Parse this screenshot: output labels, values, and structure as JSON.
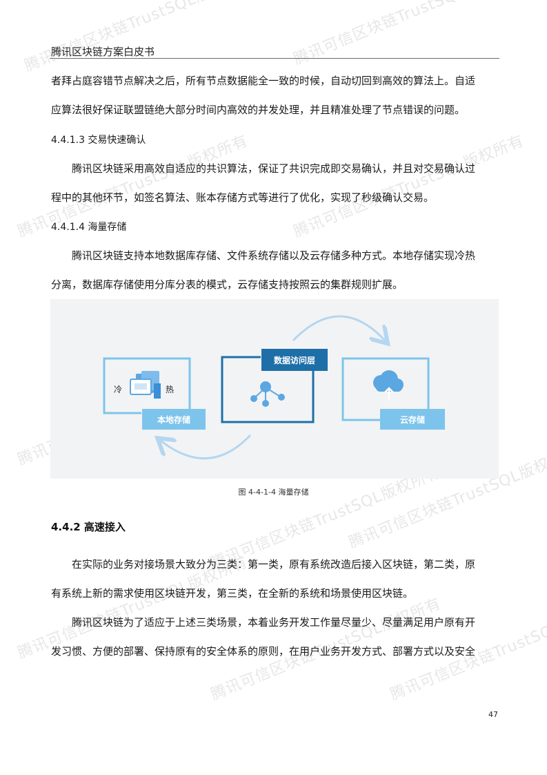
{
  "header": {
    "title": "腾讯区块链方案白皮书"
  },
  "watermark": {
    "text": "腾讯可信区块链TrustSQL版权所有"
  },
  "intro": {
    "lines": [
      "者拜占庭容错节点解决之后，所有节点数据能全一致的时候，自动切回到高效的算法上。自适",
      "应算法很好保证联盟链绝大部分时间内高效的并发处理，并且精准处理了节点错误的问题。"
    ]
  },
  "section_4413": {
    "heading": "4.4.1.3  交易快速确认",
    "lines": [
      "腾讯区块链采用高效自适应的共识算法，保证了共识完成即交易确认，并且对交易确认过",
      "程中的其他环节，如签名算法、账本存储方式等进行了优化，实现了秒级确认交易。"
    ]
  },
  "section_4414": {
    "heading": "4.4.1.4  海量存储",
    "lines": [
      "腾讯区块链支持本地数据库存储、文件系统存储以及云存储多种方式。本地存储实现冷热",
      "分离，数据库存储使用分库分表的模式，云存储支持按照云的集群规则扩展。"
    ]
  },
  "figure": {
    "cold_label": "冷",
    "hot_label": "热",
    "local_storage_label": "本地存储",
    "data_access_label": "数据访问层",
    "cloud_storage_label": "云存储",
    "caption": "图 4-4-1-4  海量存储",
    "colors": {
      "light_blue": "#7dc4ec",
      "dark_blue": "#1e6fa8",
      "arrow": "#b4d6f0",
      "icon_blue": "#5ba7e2"
    }
  },
  "section_442": {
    "heading": "4.4.2  高速接入",
    "para1": [
      "在实际的业务对接场景大致分为三类：第一类，原有系统改造后接入区块链，第二类，原",
      "有系统上新的需求使用区块链开发，第三类，在全新的系统和场景使用区块链。"
    ],
    "para2": [
      "腾讯区块链为了适应于上述三类场景，本着业务开发工作量尽量少、尽量满足用户原有开",
      "发习惯、方便的部署、保持原有的安全体系的原则，在用户业务开发方式、部署方式以及安全"
    ]
  },
  "footer": {
    "page_number": "47"
  }
}
